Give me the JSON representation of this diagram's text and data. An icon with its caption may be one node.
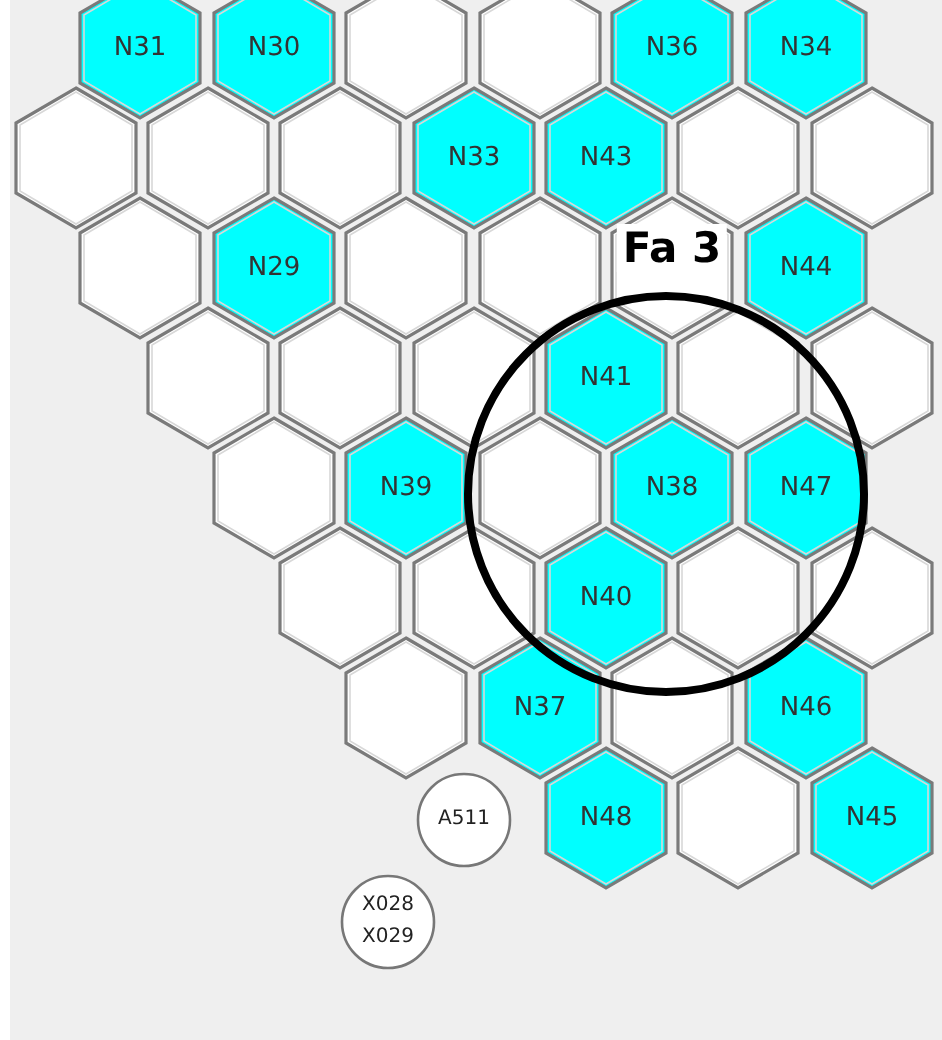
{
  "diagram": {
    "nodes": [
      {
        "text": [
          "N31"
        ]
      },
      {
        "text": [
          "N30"
        ]
      },
      {
        "text": [],
        "shape": "hexagon"
      },
      {
        "text": [],
        "shape": "hexagon"
      },
      {
        "text": [
          "N36"
        ]
      },
      {
        "text": [
          "N34"
        ]
      },
      {
        "text": [],
        "shape": "hexagon"
      },
      {
        "text": [],
        "shape": "hexagon"
      },
      {
        "text": [],
        "shape": "hexagon"
      },
      {
        "text": [
          "N33"
        ]
      },
      {
        "text": [
          "N43"
        ]
      },
      {
        "text": [],
        "shape": "hexagon"
      },
      {
        "text": [],
        "shape": "hexagon"
      },
      {
        "text": [],
        "shape": "hexagon"
      },
      {
        "text": [
          "N29"
        ]
      },
      {
        "text": [],
        "shape": "hexagon"
      },
      {
        "text": [],
        "shape": "hexagon"
      },
      {
        "text": [],
        "shape": "hexagon"
      },
      {
        "text": [
          "N44"
        ]
      },
      {
        "text": [],
        "shape": "hexagon"
      },
      {
        "text": [],
        "shape": "hexagon"
      },
      {
        "text": [],
        "shape": "hexagon"
      },
      {
        "text": [
          "N41"
        ]
      },
      {
        "text": [],
        "shape": "hexagon"
      },
      {
        "text": [],
        "shape": "hexagon"
      },
      {
        "text": [],
        "shape": "hexagon"
      },
      {
        "text": [
          "N39"
        ]
      },
      {
        "text": [],
        "shape": "hexagon"
      },
      {
        "text": [
          "N38"
        ]
      },
      {
        "text": [
          "N47"
        ]
      },
      {
        "text": [],
        "shape": "hexagon"
      },
      {
        "text": [],
        "shape": "hexagon"
      },
      {
        "text": [
          "N40"
        ]
      },
      {
        "text": [],
        "shape": "hexagon"
      },
      {
        "text": [],
        "shape": "hexagon"
      },
      {
        "text": [],
        "shape": "hexagon"
      },
      {
        "text": [
          "N37"
        ]
      },
      {
        "text": [],
        "shape": "hexagon"
      },
      {
        "text": [
          "N46"
        ]
      },
      {
        "text": [
          "A511"
        ]
      },
      {
        "text": [
          "N48"
        ]
      },
      {
        "text": [],
        "shape": "hexagon"
      },
      {
        "text": [
          "N45"
        ]
      },
      {
        "text": [
          "X028 X029"
        ]
      }
    ],
    "edges": [],
    "labels": [
      "Fa 3"
    ]
  }
}
